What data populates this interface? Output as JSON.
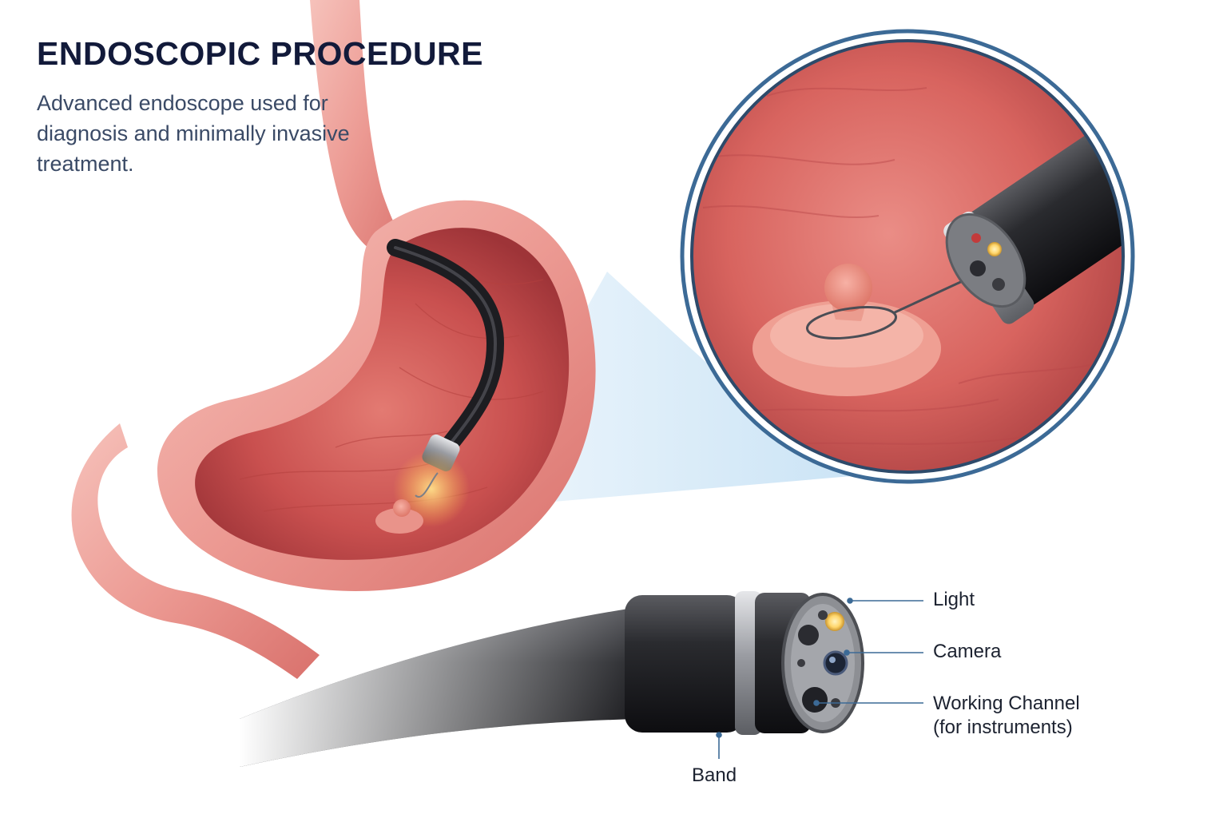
{
  "header": {
    "title": "ENDOSCOPIC PROCEDURE",
    "subtitle": "Advanced endoscope used for diagnosis and minimally invasive treatment."
  },
  "callouts": {
    "light": "Light",
    "camera": "Camera",
    "working_channel": "Working Channel",
    "working_channel_note": "(for instruments)",
    "band": "Band"
  },
  "colors": {
    "title": "#121a3a",
    "subtitle": "#3a4a66",
    "tissue": "#d9625f",
    "tissue_light": "#f0a6a0",
    "scope": "#1b1b1f",
    "metal": "#a9abb0",
    "lens_ring": "#3c6a96",
    "leader_line": "#3c6a96",
    "light_glow": "#ffd66b"
  },
  "icons": {
    "stomach": "stomach-illustration",
    "endoscope_tip": "endoscope-tip-illustration",
    "zoom_lens": "magnified-view-illustration"
  }
}
